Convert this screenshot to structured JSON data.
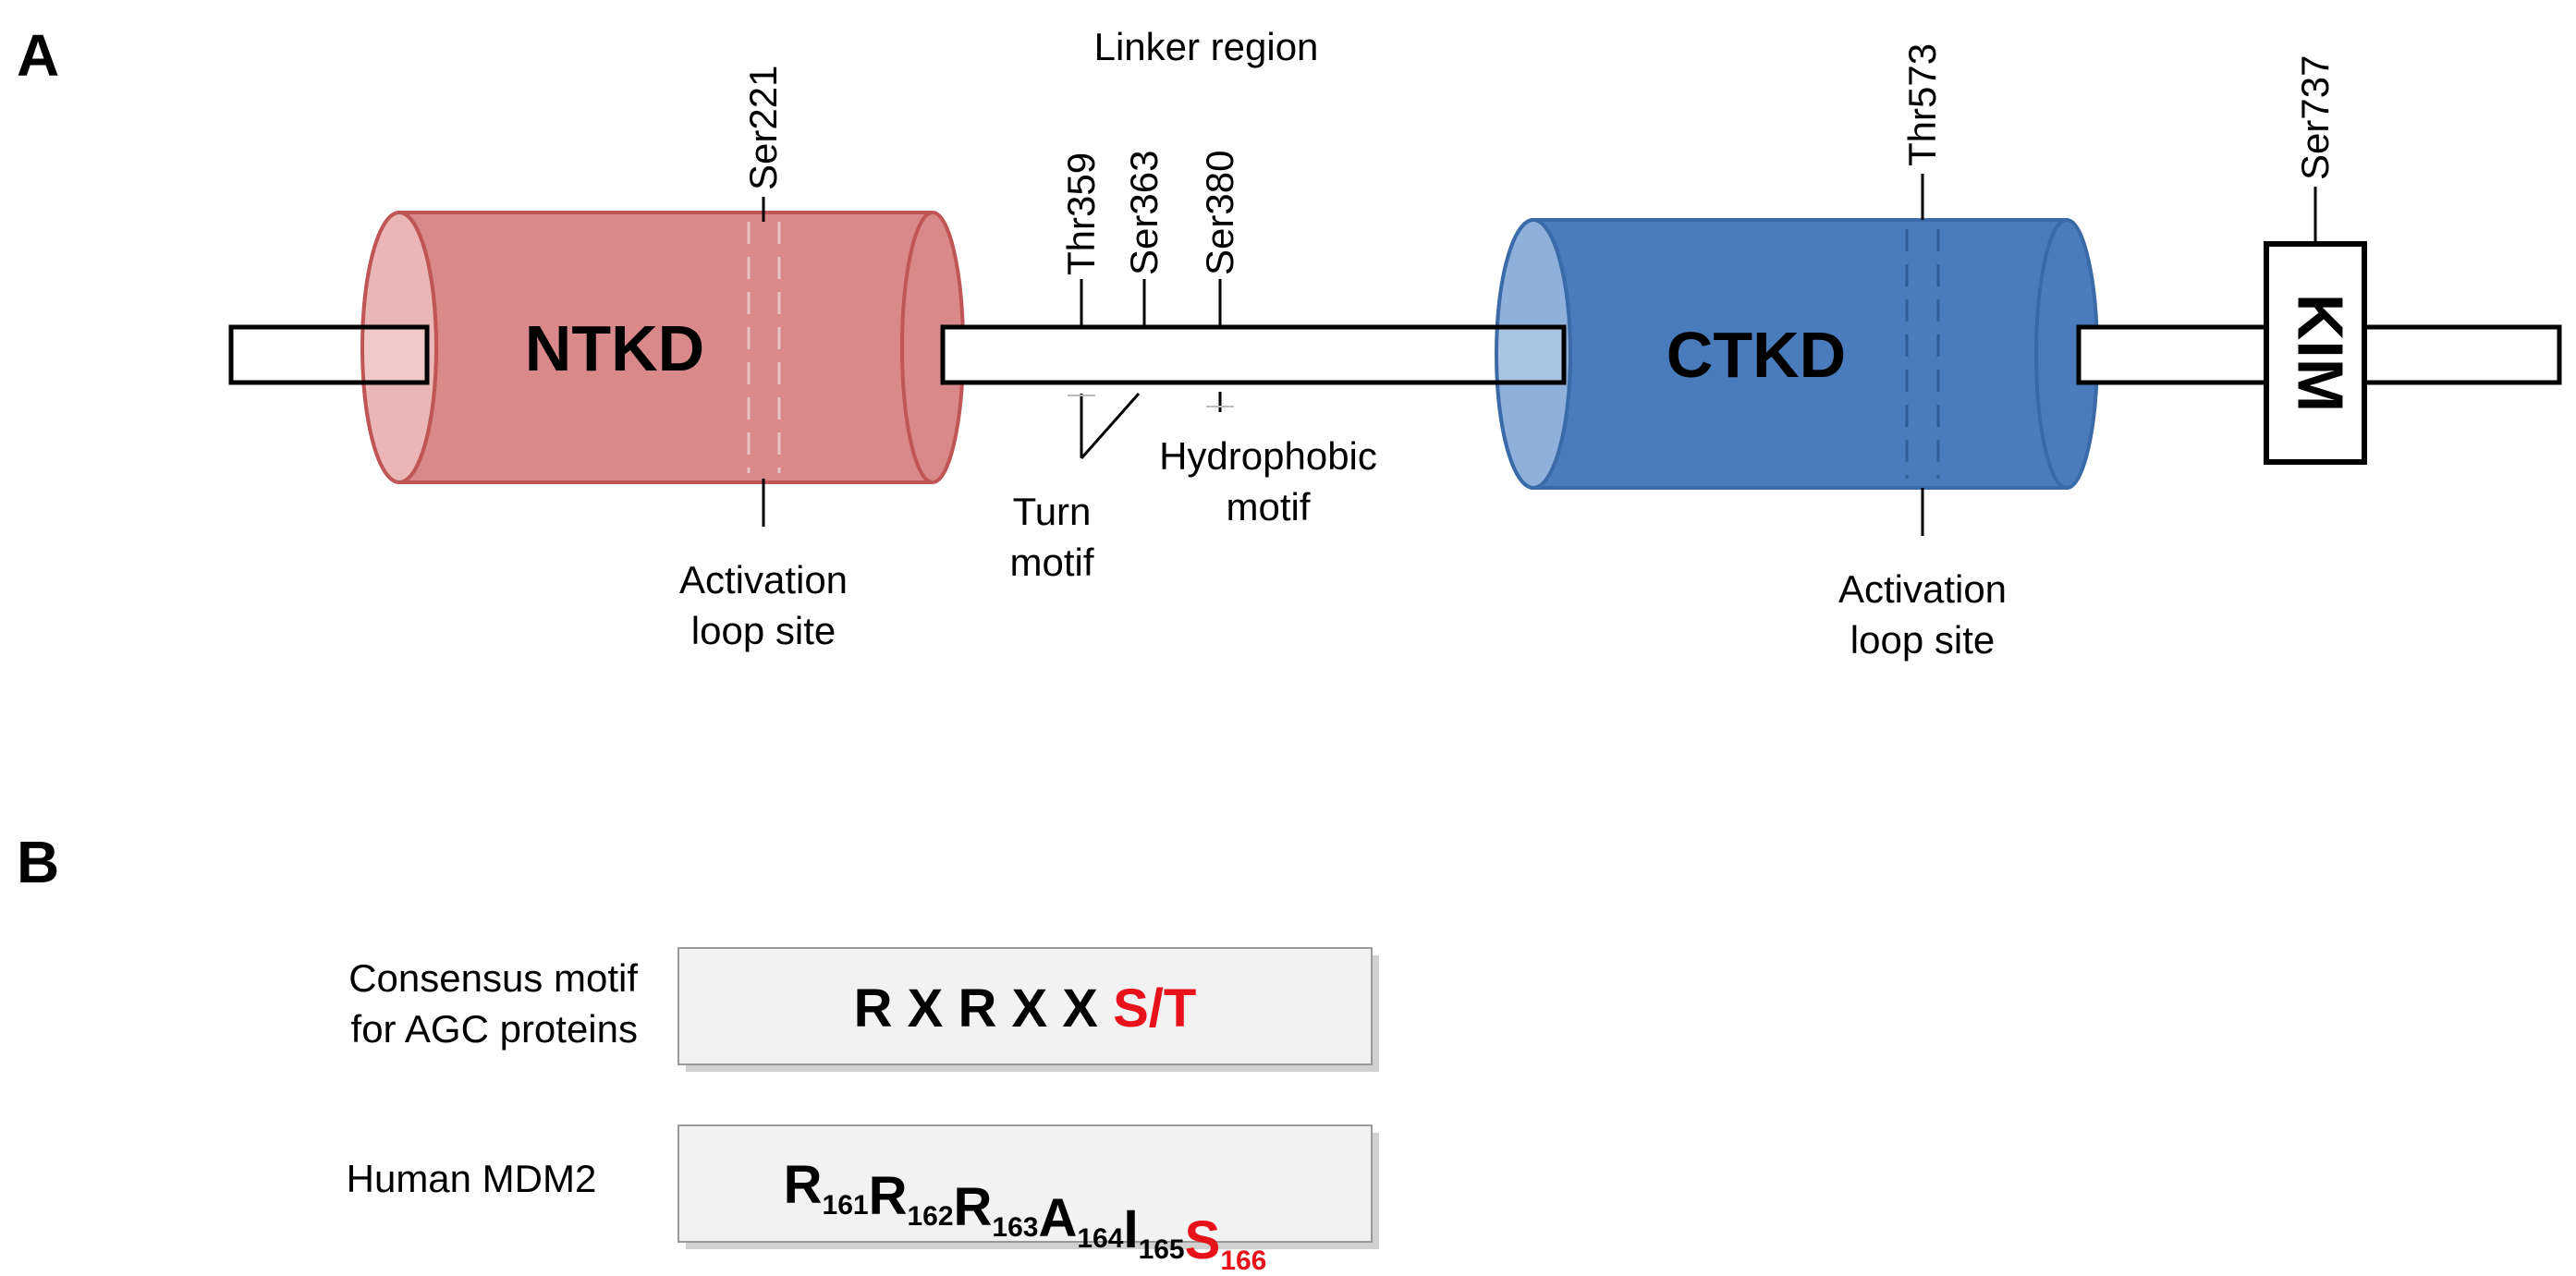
{
  "panel_a": {
    "letter": "A",
    "linker_label": "Linker region",
    "ntkd": {
      "label": "NTKD",
      "color": "#d9898a",
      "cap_color": "#eab6b6",
      "edge_color": "#c05555"
    },
    "ctkd": {
      "label": "CTKD",
      "color": "#4a7bbd",
      "cap_color": "#8fb0db",
      "edge_color": "#3a6aa8"
    },
    "kim": {
      "label": "KIM"
    },
    "sites": {
      "ser221": "Ser221",
      "thr359": "Thr359",
      "ser363": "Ser363",
      "ser380": "Ser380",
      "thr573": "Thr573",
      "ser737": "Ser737"
    },
    "annotations": {
      "ntkd_activation_line1": "Activation",
      "ntkd_activation_line2": "loop site",
      "turn_line1": "Turn",
      "turn_line2": "motif",
      "hydro_line1": "Hydrophobic",
      "hydro_line2": "motif",
      "ctkd_activation_line1": "Activation",
      "ctkd_activation_line2": "loop site"
    }
  },
  "panel_b": {
    "letter": "B",
    "highlight_color": "#e8121b",
    "consensus": {
      "label_line1": "Consensus motif",
      "label_line2": "for AGC proteins",
      "residues": [
        {
          "aa": "R"
        },
        {
          "aa": "X"
        },
        {
          "aa": "R"
        },
        {
          "aa": "X"
        },
        {
          "aa": "X"
        },
        {
          "aa": "S/T",
          "highlight": true
        }
      ]
    },
    "mdm2": {
      "label": "Human MDM2",
      "residues": [
        {
          "aa": "R",
          "pos": "161"
        },
        {
          "aa": "R",
          "pos": "162"
        },
        {
          "aa": "R",
          "pos": "163"
        },
        {
          "aa": "A",
          "pos": "164"
        },
        {
          "aa": "I",
          "pos": "165"
        },
        {
          "aa": "S",
          "pos": "166",
          "highlight": true
        }
      ]
    }
  }
}
